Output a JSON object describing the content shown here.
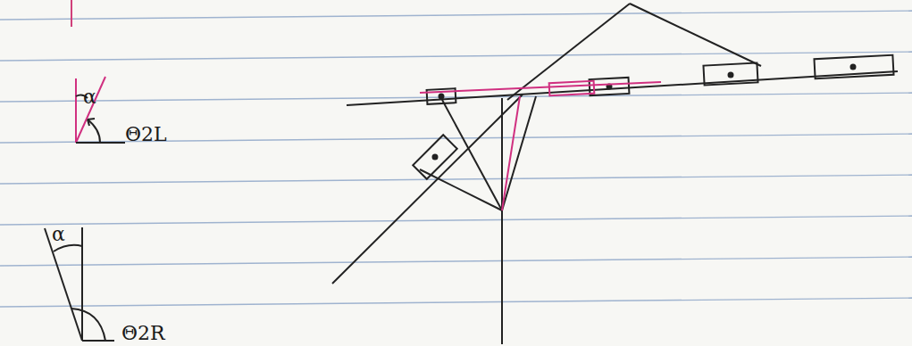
{
  "diagram": {
    "labels": [
      "α",
      "Θ2L",
      "α",
      "Θ2R"
    ]
  }
}
